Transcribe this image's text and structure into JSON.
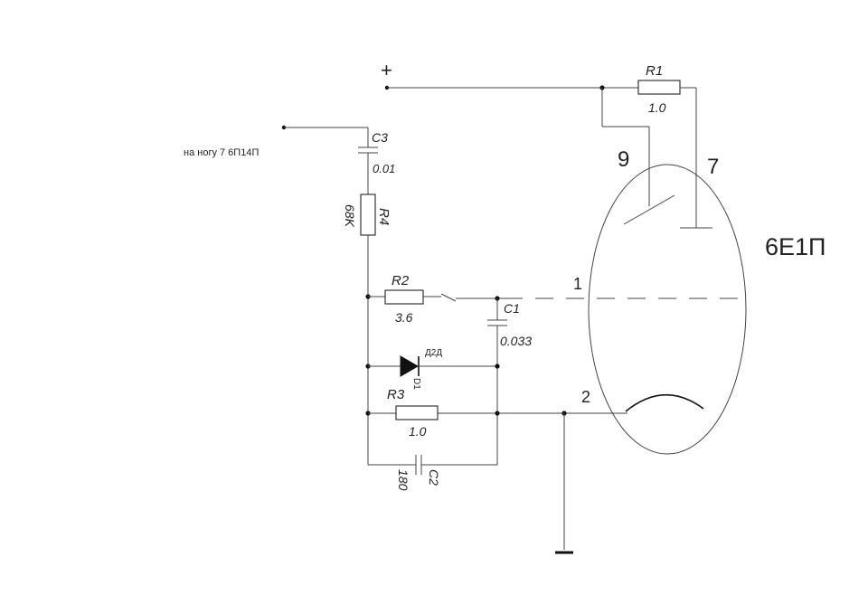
{
  "labels": {
    "plus": "+",
    "minus": "−",
    "input_note": "на ногу  7 6П14П",
    "tube_name": "6Е1П",
    "pin9": "9",
    "pin7": "7",
    "pin1": "1",
    "pin2": "2"
  },
  "components": {
    "r1": {
      "ref": "R1",
      "value": "1.0"
    },
    "r2": {
      "ref": "R2",
      "value": "3.6"
    },
    "r3": {
      "ref": "R3",
      "value": "1.0"
    },
    "r4": {
      "ref": "R4",
      "value": "68K"
    },
    "c1": {
      "ref": "C1",
      "value": "0.033"
    },
    "c2": {
      "ref": "C2",
      "value": "180"
    },
    "c3": {
      "ref": "C3",
      "value": "0.01"
    },
    "d1": {
      "ref": "D1",
      "type": "Д2Д"
    }
  },
  "colors": {
    "line": "#444444",
    "ink": "#222222",
    "background": "#ffffff"
  }
}
